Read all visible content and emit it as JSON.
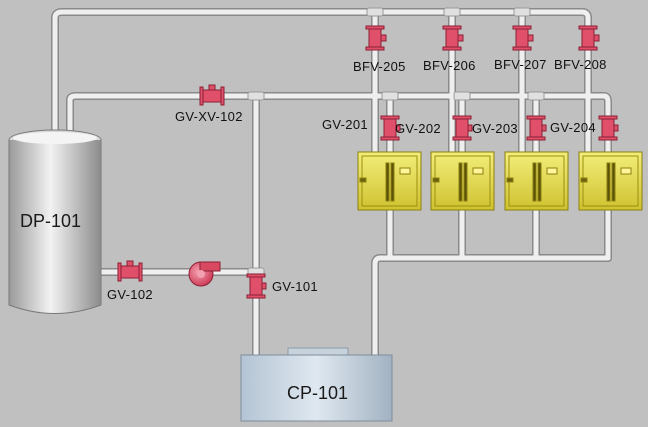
{
  "tanks": {
    "dp101": "DP-101",
    "cp101": "CP-101"
  },
  "valves": {
    "gv_xv_102": "GV-XV-102",
    "gv_102": "GV-102",
    "gv_101": "GV-101",
    "gv_201": "GV-201",
    "gv_202": "GV-202",
    "gv_203": "GV-203",
    "gv_204": "GV-204",
    "bfv_205": "BFV-205",
    "bfv_206": "BFV-206",
    "bfv_207": "BFV-207",
    "bfv_208": "BFV-208"
  },
  "colors": {
    "background": "#c0c0c0",
    "pipe": "#e6e6e6",
    "valve": "#e0506a",
    "filter": "#e8e050"
  }
}
